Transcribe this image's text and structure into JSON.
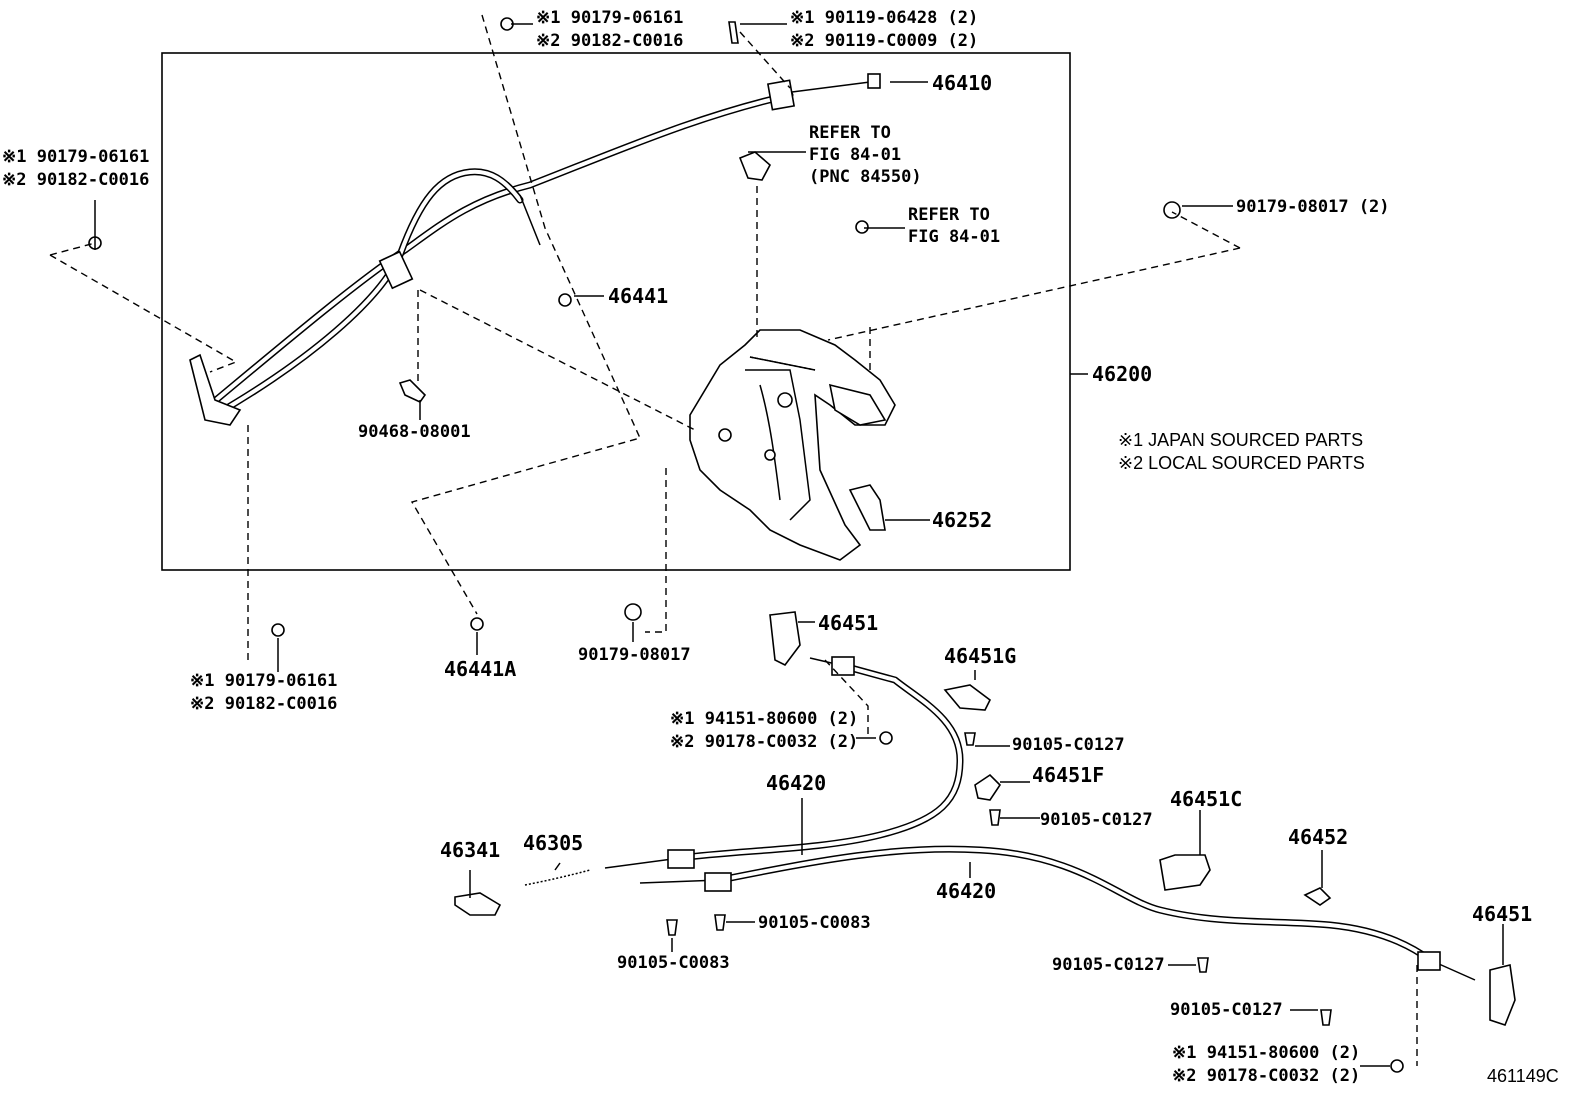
{
  "callouts": {
    "top_nut_a": {
      "l1": "※1 90179-06161",
      "l2": "※2 90182-C0016"
    },
    "top_bolt_b": {
      "l1": "※1 90119-06428 (2)",
      "l2": "※2 90119-C0009 (2)"
    },
    "left_nut": {
      "l1": "※1 90179-06161",
      "l2": "※2 90182-C0016"
    },
    "bottom_left_nut": {
      "l1": "※1 90179-06161",
      "l2": "※2 90182-C0016"
    },
    "p46410": "46410",
    "refer_fig_a": {
      "l1": "REFER TO",
      "l2": "FIG 84-01",
      "l3": "(PNC 84550)"
    },
    "refer_fig_b": {
      "l1": "REFER TO",
      "l2": "FIG 84-01"
    },
    "p90179_08017_2": "90179-08017 (2)",
    "p46441": "46441",
    "p46200": "46200",
    "p90468_08001": "90468-08001",
    "p46252": "46252",
    "p46441A": "46441A",
    "p90179_08017": "90179-08017",
    "p46451_top": "46451",
    "p46451G": "46451G",
    "grommet_nut_top": {
      "l1": "※1 94151-80600 (2)",
      "l2": "※2 90178-C0032 (2)"
    },
    "p90105_C0127_a": "90105-C0127",
    "p46451F": "46451F",
    "p90105_C0127_b": "90105-C0127",
    "p46420_upper": "46420",
    "p46451C": "46451C",
    "p46341": "46341",
    "p46305": "46305",
    "p46452": "46452",
    "p46420_lower": "46420",
    "p90105_C0083_a": "90105-C0083",
    "p90105_C0083_b": "90105-C0083",
    "p46451_right": "46451",
    "p90105_C0127_c": "90105-C0127",
    "p90105_C0127_d": "90105-C0127",
    "grommet_nut_bottom": {
      "l1": "※1 94151-80600 (2)",
      "l2": "※2 90178-C0032 (2)"
    }
  },
  "notes": {
    "n1": "※1 JAPAN SOURCED PARTS",
    "n2": "※2 LOCAL SOURCED PARTS"
  },
  "figure_id": "461149C"
}
